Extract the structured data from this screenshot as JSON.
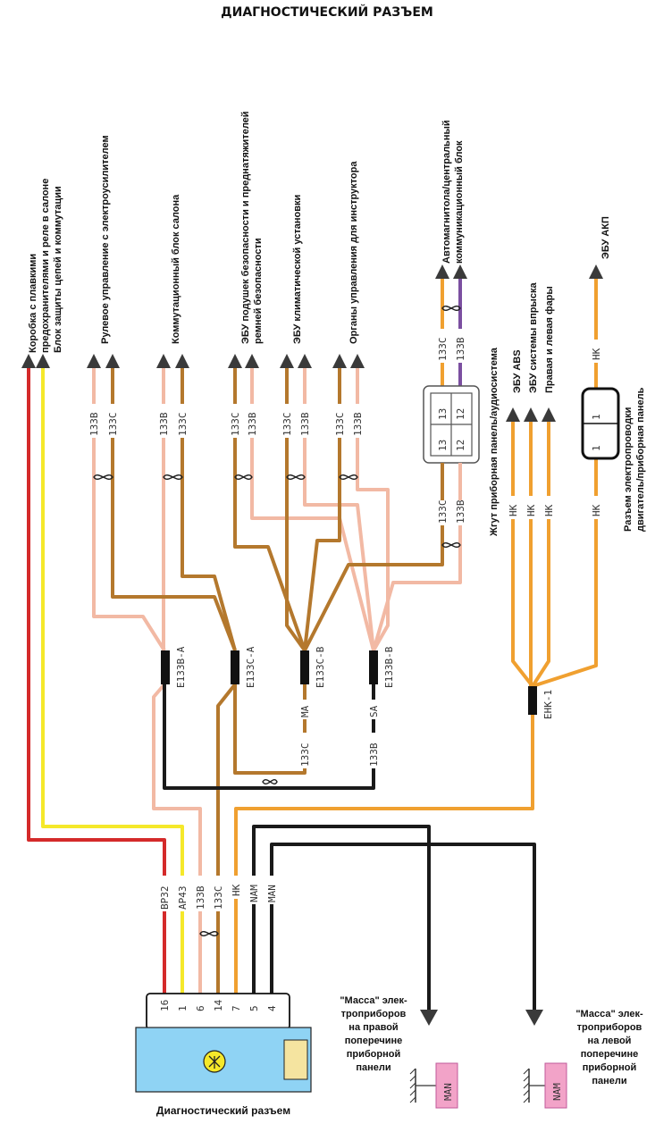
{
  "title": "ДИАГНОСТИЧЕСКИЙ РАЗЪЕМ",
  "connector_caption": "Диагностический разъем",
  "destinations": {
    "fuse_box_l1": "Коробка с плавкими",
    "fuse_box_l2": "предохранителями и реле в салоне",
    "fuse_box_l3": "Блок защиты цепей и коммутации",
    "eps": "Рулевое управление с электроусилителем",
    "body_module": "Коммутационный блок салона",
    "airbag_l1": "ЭБУ подушек безопасности и преднатяжителей",
    "airbag_l2": "ремней безопасности",
    "climate": "ЭБУ климатической установки",
    "instructor": "Органы управления для инструктора",
    "audio_l1": "Автомагнитола/центральный",
    "audio_l2": "коммуникационный блок",
    "abs": "ЭБУ ABS",
    "engine": "ЭБУ системы впрыска",
    "lamps": "Правая и левая  фары",
    "tcm": "ЭБУ АКП",
    "harness_panel": "Жгут приборная панель/аудиосистема",
    "harness_engine_l1": "Разъем электропроводки",
    "harness_engine_l2": "двигатель/приборная панель"
  },
  "ground_right": [
    "\"Масса\" элек-",
    "троприборов",
    "на правой",
    "поперечине",
    "приборной",
    "панели"
  ],
  "ground_left": [
    "\"Масса\" элек-",
    "троприборов",
    "на левой",
    "поперечине",
    "приборной",
    "панели"
  ],
  "ground_points": {
    "right": "MAN",
    "left": "NAM"
  },
  "wires": {
    "w133b": "133B",
    "w133c": "133C",
    "hk": "HK",
    "bp32": "BP32",
    "ap43": "AP43",
    "nam": "NAM",
    "man": "MAN",
    "ma": "MA",
    "sa": "SA"
  },
  "splices": {
    "e133b_a": "E133B-A",
    "e133c_a": "E133C-A",
    "e133c_b": "E133C-B",
    "e133b_b": "E133B-B",
    "ehk1": "EHK-1"
  },
  "pins": {
    "p16": "16",
    "p1": "1",
    "p6": "6",
    "p14": "14",
    "p7": "7",
    "p5": "5",
    "p4": "4",
    "c13": "13",
    "c12": "12"
  },
  "colors": {
    "red": "#d42a2a",
    "yellow": "#f5e82a",
    "pink": "#f2b9a4",
    "brown": "#b4782d",
    "orange": "#f0a030",
    "black": "#1a1a1a",
    "violet": "#7b4fa0",
    "connector_blue": "#8fd3f4",
    "ground_pink": "#f2a3c8"
  }
}
